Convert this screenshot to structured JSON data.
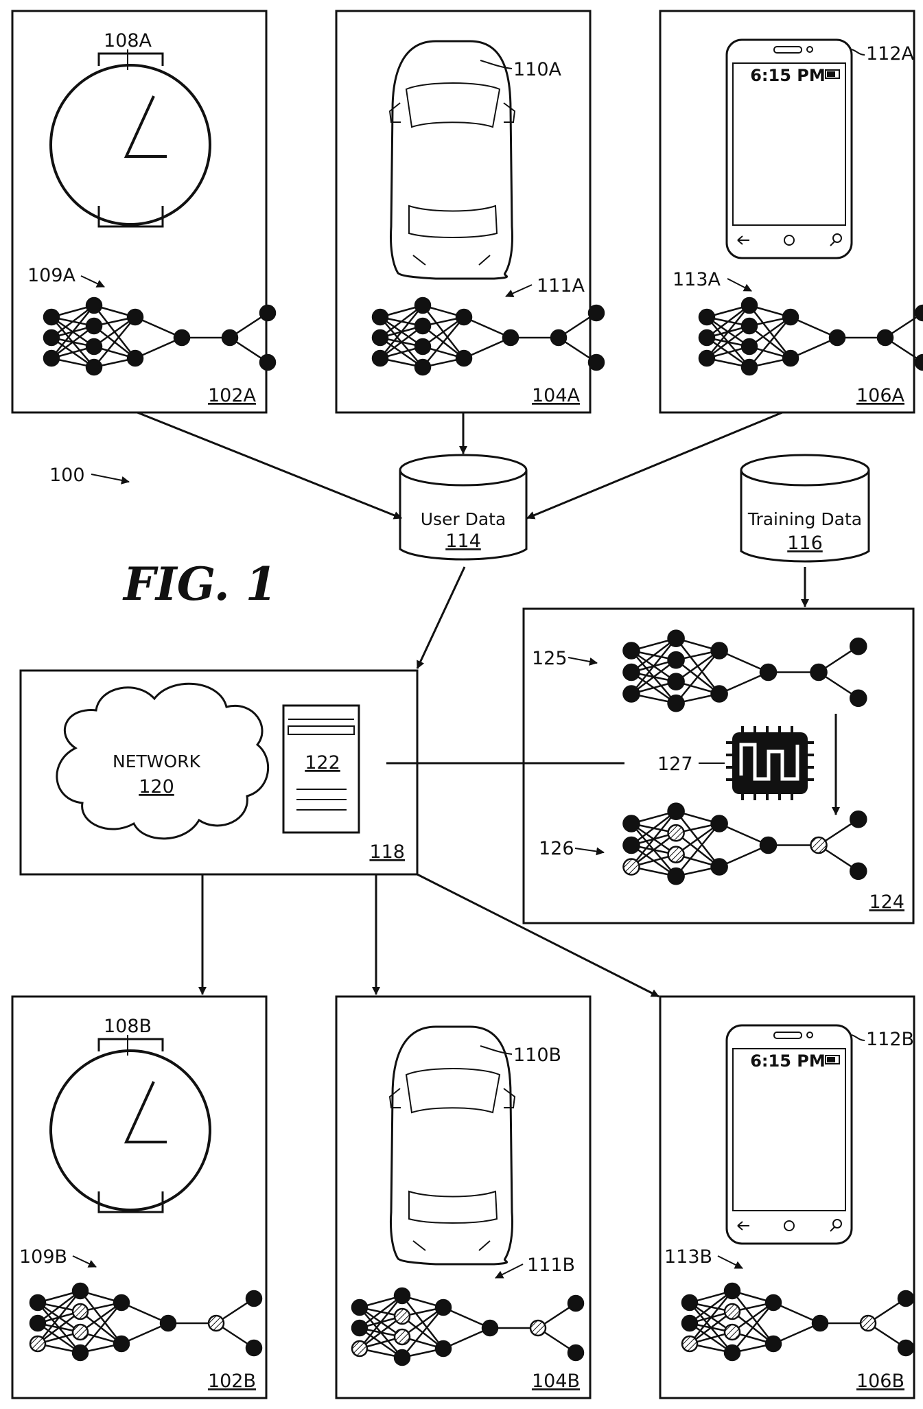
{
  "figure": {
    "title": "FIG. 1",
    "system_ref": "100"
  },
  "devices_top": [
    {
      "box_ref": "102A",
      "device_ref": "108A",
      "model_ref": "109A",
      "device": "watch"
    },
    {
      "box_ref": "104A",
      "device_ref": "110A",
      "model_ref": "111A",
      "device": "car"
    },
    {
      "box_ref": "106A",
      "device_ref": "112A",
      "model_ref": "113A",
      "device": "phone",
      "phone_time": "6:15 PM"
    }
  ],
  "devices_bottom": [
    {
      "box_ref": "102B",
      "device_ref": "108B",
      "model_ref": "109B",
      "device": "watch"
    },
    {
      "box_ref": "104B",
      "device_ref": "110B",
      "model_ref": "111B",
      "device": "car"
    },
    {
      "box_ref": "106B",
      "device_ref": "112B",
      "model_ref": "113B",
      "device": "phone",
      "phone_time": "6:15 PM"
    }
  ],
  "user_data": {
    "label": "User Data",
    "ref": "114"
  },
  "training_data": {
    "label": "Training Data",
    "ref": "116"
  },
  "server_box": {
    "ref": "118",
    "network_label": "NETWORK",
    "network_ref": "120",
    "server_ref": "122"
  },
  "training_box": {
    "ref": "124",
    "model_a_ref": "125",
    "model_b_ref": "126",
    "chip_ref": "127"
  },
  "icons": [
    "watch-icon",
    "car-icon",
    "phone-icon",
    "database-icon",
    "cloud-icon",
    "server-icon",
    "chip-icon",
    "neural-network-icon"
  ]
}
